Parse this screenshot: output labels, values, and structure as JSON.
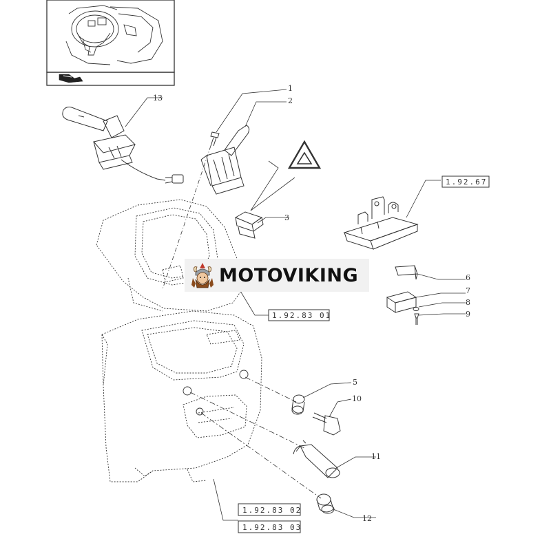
{
  "callouts": {
    "c1": "1",
    "c2": "2",
    "c3": "3",
    "c5": "5",
    "c6": "6",
    "c7": "7",
    "c8": "8",
    "c9": "9",
    "c10": "10",
    "c11": "11",
    "c12": "12",
    "c13": "13"
  },
  "references": {
    "ref_1_92_67": "1.92.67",
    "ref_1_92_83_01": "1.92.83 01",
    "ref_1_92_83_02": "1.92.83 02",
    "ref_1_92_83_03": "1.92.83 03"
  },
  "watermark": {
    "text": "MOTOVIKING"
  },
  "icons": {
    "hazard": "hazard-warning-triangle-icon",
    "nav": "page-turn-arrow-icon",
    "logo": "viking-mascot-logo"
  },
  "colors": {
    "line": "#333333",
    "background": "#ffffff",
    "watermark_bg": "#f1f1f1",
    "logo_brown": "#8a4b1c"
  }
}
